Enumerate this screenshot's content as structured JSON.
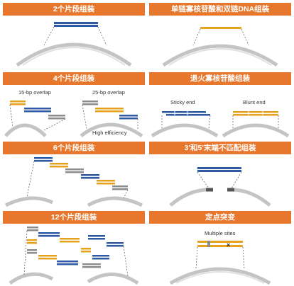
{
  "panels": [
    {
      "id": "p1",
      "title": "2个片段组装"
    },
    {
      "id": "p2",
      "title": "单链寡核苷酸和双链DNA组装"
    },
    {
      "id": "p3",
      "title": "4个片段组装",
      "labels": {
        "overlap15": "15-bp overlap",
        "overlap25": "25-bp overlap",
        "efficiency": "High efficiency"
      }
    },
    {
      "id": "p4",
      "title": "退火寡核苷酸组装",
      "labels": {
        "sticky": "Sticky end",
        "blunt": "Blunt end"
      }
    },
    {
      "id": "p5",
      "title": "6个片段组装"
    },
    {
      "id": "p6",
      "title": "3'和5'末端不匹配组装"
    },
    {
      "id": "p7",
      "title": "12个片段组装"
    },
    {
      "id": "p8",
      "title": "定点突变",
      "labels": {
        "sites": "Multiple sites"
      }
    }
  ],
  "colors": {
    "header": "#e8772e",
    "blue": "#2f5aa3",
    "gold": "#e6a21c",
    "gray": "#8c8c8c",
    "vector": "#c4c4c4"
  }
}
